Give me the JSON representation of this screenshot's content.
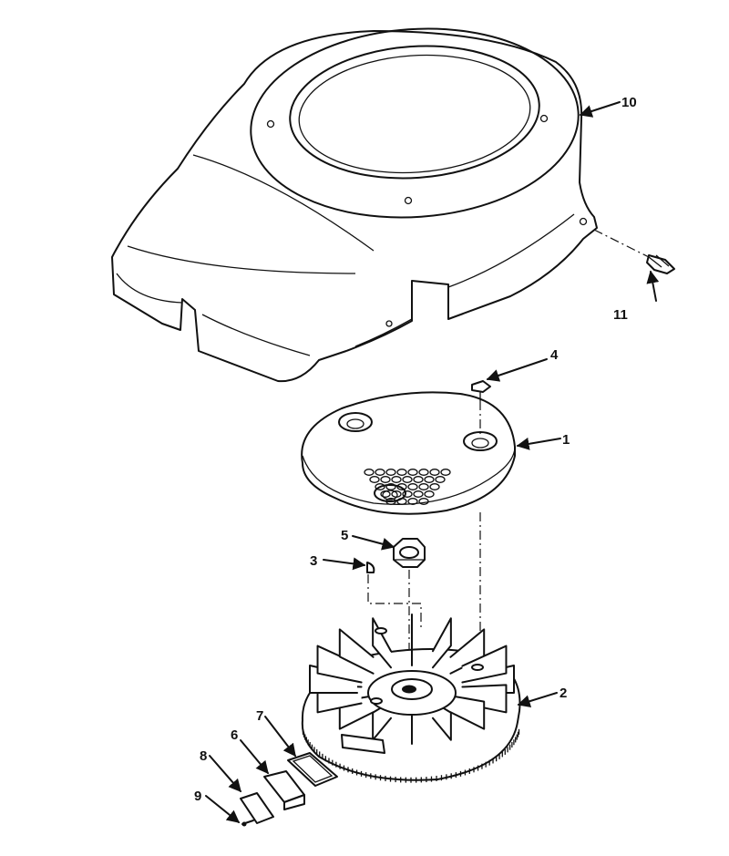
{
  "callouts": {
    "p1": "1",
    "p2": "2",
    "p3": "3",
    "p4": "4",
    "p5": "5",
    "p6": "6",
    "p7": "7",
    "p8": "8",
    "p9": "9",
    "p10": "10",
    "p11": "11"
  },
  "colors": {
    "ink": "#111111",
    "paper": "#ffffff"
  }
}
